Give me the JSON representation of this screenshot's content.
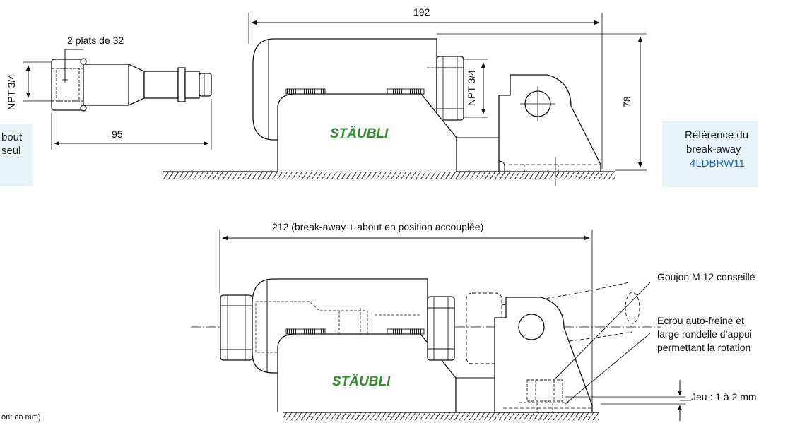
{
  "colors": {
    "line": "#111111",
    "panel_bg": "#e8f3f8",
    "reference_accent": "#1a73c8",
    "logo_green": "#2f8f2f"
  },
  "left_fitting": {
    "flats_label": "2 plats de 32",
    "thread_label": "NPT 3/4",
    "length_label": "95"
  },
  "left_panel": {
    "line1": "bout",
    "line2": "seul"
  },
  "top_view": {
    "length_label": "192",
    "height_label": "78",
    "thread_label": "NPT 3/4",
    "logo_text": "STÄUBLI"
  },
  "reference_panel": {
    "line1": "Référence du",
    "line2": "break-away",
    "reference": "4LDBRW11"
  },
  "bottom_view": {
    "length_label": "212 (break-away + about en position accouplée)",
    "logo_text": "STÄUBLI",
    "callout_stud": "Goujon M 12 conseillé",
    "callout_nut_1": "Ecrou auto-freiné et",
    "callout_nut_2": "large rondelle d’appui",
    "callout_nut_3": "permettant la rotation",
    "callout_clearance": "Jeu : 1 à 2 mm"
  },
  "footnote": "ont en mm)"
}
